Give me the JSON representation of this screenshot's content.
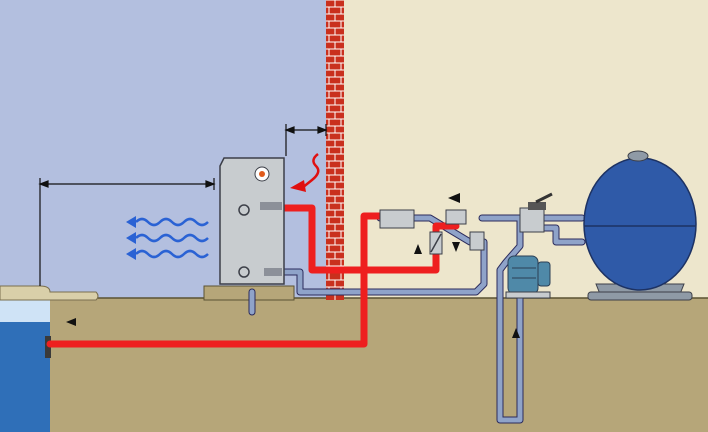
{
  "diagram": {
    "description_visible_text": "",
    "colors": {
      "sky": "#b3bfdf",
      "house_wall": "#ede6cc",
      "ground": "#b6a679",
      "pool_water": "#2f6fb8",
      "pool_rim": "#d9cfa9",
      "brick": "#c9301e",
      "mortar": "#ffffff",
      "hot_pipe": "#ee1f1f",
      "cold_pipe": "#8fa3c9",
      "pipe_outline": "#2b2b5c",
      "heat_pump_body": "#c8cccf",
      "filter_tank": "#2f5aa8",
      "filter_base": "#8f9aa6",
      "pump_body": "#4f89a8",
      "wave": "#2a62d4",
      "hot_air_arrow": "#e01010",
      "dimension_line": "#111111"
    },
    "icons": {
      "heat_pump": "heat-pump-unit",
      "gauge": "gauge-icon",
      "filter": "sand-filter-tank",
      "pump": "circulation-pump",
      "multiport_valve": "multiport-valve",
      "check_valve": "check-valve",
      "heater": "inline-heater",
      "airflow": "cold-air-waves",
      "exhaust": "warm-air-arrow",
      "wall": "brick-wall",
      "pool": "swimming-pool"
    }
  }
}
